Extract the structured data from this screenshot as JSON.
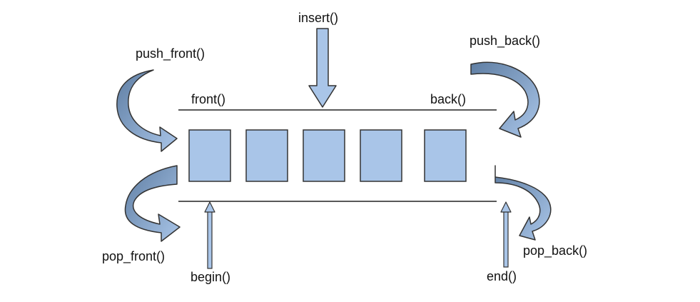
{
  "labels": {
    "insert": "insert()",
    "push_front": "push_front()",
    "push_back": "push_back()",
    "front": "front()",
    "back": "back()",
    "pop_front": "pop_front()",
    "pop_back": "pop_back()",
    "begin": "begin()",
    "end": "end()"
  },
  "colors": {
    "cell_fill": "#a9c5e8",
    "cell_stroke": "#333333",
    "arrow_light": "#a9c5e8",
    "arrow_dark": "#6f8db1",
    "line": "#222222"
  },
  "cells": 5
}
